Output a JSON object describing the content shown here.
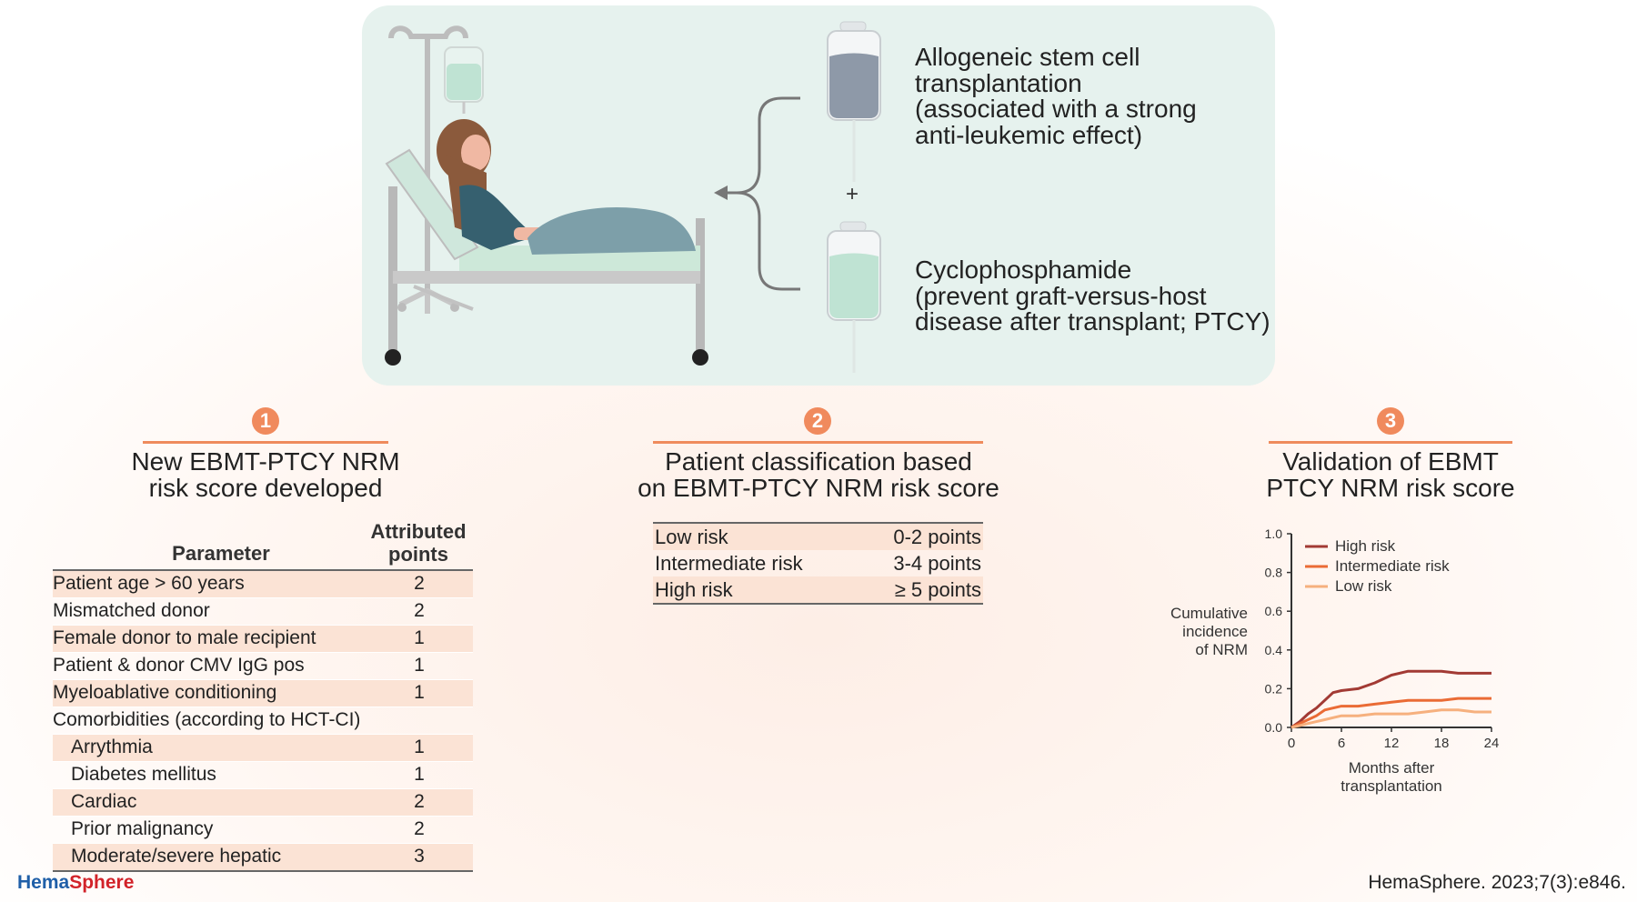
{
  "drugs": {
    "item1": "Allogeneic stem cell\ntransplantation\n(associated with a strong\nanti-leukemic effect)",
    "plus": "+",
    "item2": "Cyclophosphamide\n(prevent graft-versus-host\ndisease after transplant; PTCY)"
  },
  "sections": [
    {
      "number": "1",
      "title": "New EBMT-PTCY NRM\nrisk score developed"
    },
    {
      "number": "2",
      "title": "Patient classification based\non EBMT-PTCY NRM risk score"
    },
    {
      "number": "3",
      "title": "Validation of EBMT\nPTCY NRM risk score"
    }
  ],
  "param_table": {
    "header_param": "Parameter",
    "header_points": "Attributed\npoints",
    "rows": [
      {
        "label": "Patient age > 60 years",
        "points": "2"
      },
      {
        "label": "Mismatched donor",
        "points": "2"
      },
      {
        "label": "Female donor to male recipient",
        "points": "1"
      },
      {
        "label": "Patient & donor CMV IgG pos",
        "points": "1"
      },
      {
        "label": "Myeloablative conditioning",
        "points": "1"
      },
      {
        "label": "Comorbidities (according to HCT-CI)",
        "points": ""
      },
      {
        "label": "Arrythmia",
        "points": "1"
      },
      {
        "label": "Diabetes mellitus",
        "points": "1"
      },
      {
        "label": "Cardiac",
        "points": "2"
      },
      {
        "label": "Prior malignancy",
        "points": "2"
      },
      {
        "label": "Moderate/severe hepatic",
        "points": "3"
      }
    ]
  },
  "class_table": {
    "rows": [
      {
        "label": "Low risk",
        "points": "0-2 points"
      },
      {
        "label": "Intermediate risk",
        "points": "3-4 points"
      },
      {
        "label": "High risk",
        "points": "≥ 5 points"
      }
    ]
  },
  "chart_data": {
    "type": "line",
    "ylabel": "Cumulative\nincidence\nof NRM",
    "xlabel": "Months after\ntransplantation",
    "xlim": [
      0,
      24
    ],
    "ylim": [
      0,
      1.0
    ],
    "x_ticks": [
      "0",
      "6",
      "12",
      "18",
      "24"
    ],
    "y_ticks": [
      "0.0",
      "0.2",
      "0.4",
      "0.6",
      "0.8",
      "1.0"
    ],
    "legend_position": "top-left",
    "series": [
      {
        "name": "High risk",
        "color": "#a23a34",
        "x": [
          0,
          1,
          2,
          3,
          4,
          5,
          6,
          8,
          10,
          12,
          14,
          16,
          18,
          20,
          22,
          24
        ],
        "y": [
          0,
          0.03,
          0.07,
          0.1,
          0.14,
          0.18,
          0.19,
          0.2,
          0.23,
          0.27,
          0.29,
          0.29,
          0.29,
          0.28,
          0.28,
          0.28
        ]
      },
      {
        "name": "Intermediate risk",
        "color": "#ea6b35",
        "x": [
          0,
          1,
          2,
          3,
          4,
          5,
          6,
          8,
          10,
          12,
          14,
          16,
          18,
          20,
          22,
          24
        ],
        "y": [
          0,
          0.02,
          0.04,
          0.06,
          0.09,
          0.1,
          0.11,
          0.11,
          0.12,
          0.13,
          0.14,
          0.14,
          0.14,
          0.15,
          0.15,
          0.15
        ]
      },
      {
        "name": "Low risk",
        "color": "#f6b07e",
        "x": [
          0,
          1,
          2,
          3,
          4,
          5,
          6,
          8,
          10,
          12,
          14,
          16,
          18,
          20,
          22,
          24
        ],
        "y": [
          0,
          0.01,
          0.02,
          0.03,
          0.04,
          0.05,
          0.06,
          0.06,
          0.07,
          0.07,
          0.07,
          0.08,
          0.09,
          0.09,
          0.08,
          0.08
        ]
      }
    ]
  },
  "footer": {
    "brand_part1": "Hema",
    "brand_part2": "Sphere",
    "citation": "HemaSphere. 2023;7(3):e846."
  }
}
